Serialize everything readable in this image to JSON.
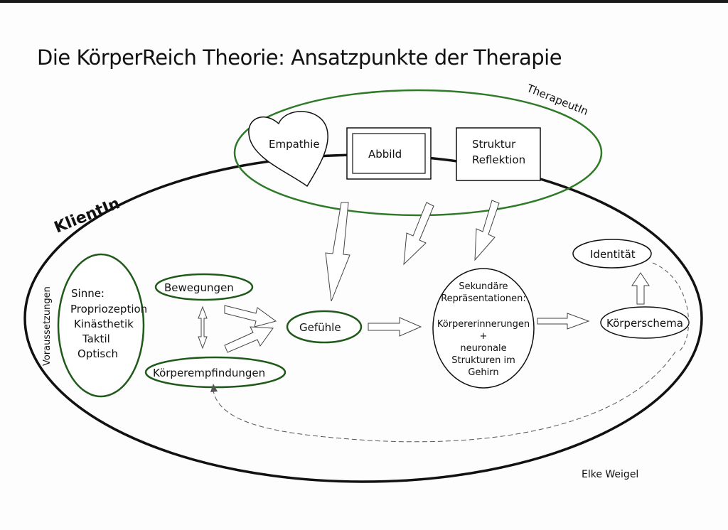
{
  "diagram": {
    "title": "Die KörperReich Theorie: Ansatzpunkte der Therapie",
    "therapist_label": "TherapeutIn",
    "client_label": "KlientIn",
    "prerequisites_label": "Voraussetzungen",
    "therapist_boxes": {
      "empathie": "Empathie",
      "abbild": "Abbild",
      "struktur": "Struktur",
      "reflektion": "Reflektion"
    },
    "senses": [
      "Sinne:",
      "Propriozeption",
      "Kinästhetik",
      "Taktil",
      "Optisch"
    ],
    "nodes": {
      "bewegungen": "Bewegungen",
      "koerperempfindungen": "Körperempfindungen",
      "gefuehle": "Gefühle",
      "identitaet": "Identität",
      "koerperschema": "Körperschema"
    },
    "secondary": [
      "Sekundäre",
      "Repräsentationen:",
      "Körpererinnerungen",
      "+",
      "neuronale",
      "Strukturen im",
      "Gehirn"
    ],
    "author": "Elke Weigel",
    "colors": {
      "green": "#2e7a28",
      "dark_green": "#1f5a1a",
      "ink": "#111111"
    }
  }
}
